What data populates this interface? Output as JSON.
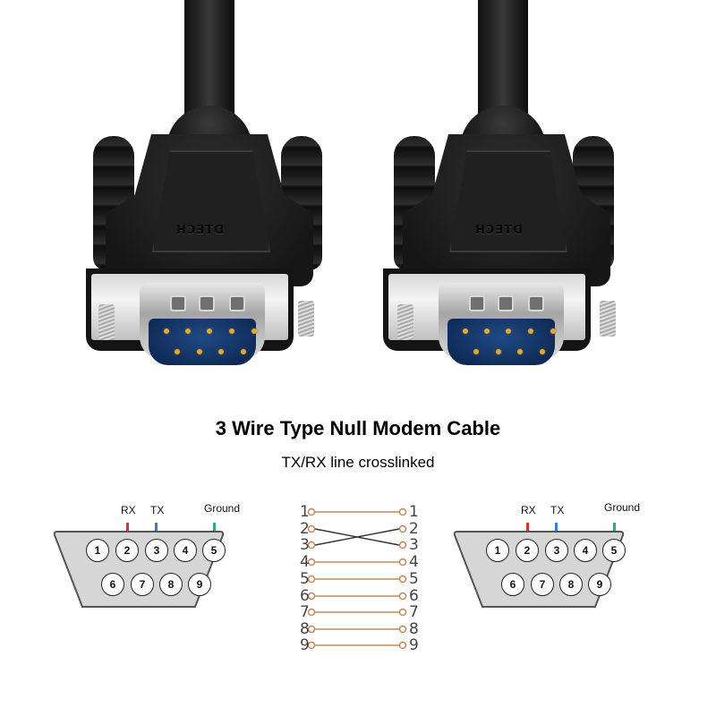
{
  "product_image": {
    "description": "Two black DB9 male serial connectors with cables, thumbscrews, blue insulator and gold pins",
    "brand_logo": "DTECH",
    "connectors": [
      {
        "id": "left",
        "gender": "male",
        "pins": 9
      },
      {
        "id": "right",
        "gender": "male",
        "pins": 9
      }
    ],
    "colors": {
      "connector_body": "#1a1a1a",
      "metal_shell": "#d8d8d8",
      "insulator": "#1f4a86",
      "pin_gold": "#e0a838"
    }
  },
  "heading": {
    "title": "3 Wire Type Null Modem Cable",
    "subtitle": "TX/RX line crosslinked"
  },
  "pinout_left": {
    "labels": {
      "rx": "RX",
      "tx": "TX",
      "ground": "Ground"
    },
    "top_row": [
      "1",
      "2",
      "3",
      "4",
      "5"
    ],
    "bottom_row": [
      "6",
      "7",
      "8",
      "9"
    ],
    "signal_colors": {
      "rx": "#d13a2a",
      "tx": "#2f7fd0",
      "ground": "#2fae6e"
    }
  },
  "pinout_right": {
    "labels": {
      "rx": "RX",
      "tx": "TX",
      "ground": "Ground"
    },
    "top_row": [
      "1",
      "2",
      "3",
      "4",
      "5"
    ],
    "bottom_row": [
      "6",
      "7",
      "8",
      "9"
    ],
    "signal_colors": {
      "rx": "#d13a2a",
      "tx": "#2f7fd0",
      "ground": "#2fae6e"
    }
  },
  "wiring_map": {
    "left_pins": [
      "1",
      "2",
      "3",
      "4",
      "5",
      "6",
      "7",
      "8",
      "9"
    ],
    "right_pins": [
      "1",
      "2",
      "3",
      "4",
      "5",
      "6",
      "7",
      "8",
      "9"
    ],
    "connections": [
      {
        "from": "1",
        "to": "1"
      },
      {
        "from": "2",
        "to": "3",
        "crossed": true
      },
      {
        "from": "3",
        "to": "2",
        "crossed": true
      },
      {
        "from": "4",
        "to": "4"
      },
      {
        "from": "5",
        "to": "5"
      },
      {
        "from": "6",
        "to": "6"
      },
      {
        "from": "7",
        "to": "7"
      },
      {
        "from": "8",
        "to": "8"
      },
      {
        "from": "9",
        "to": "9"
      }
    ],
    "straight_color": "#c8875a",
    "cross_color": "#333333"
  }
}
